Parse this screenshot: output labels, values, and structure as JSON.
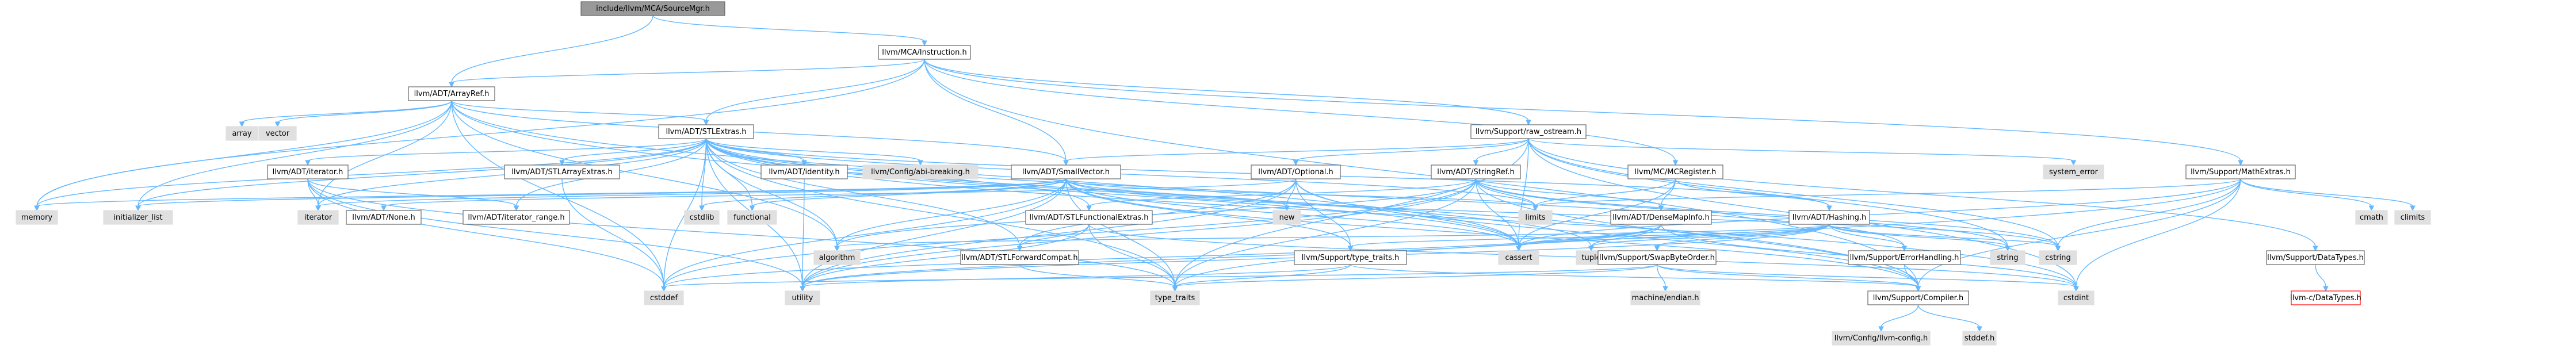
{
  "colors": {
    "root_fill": "#999999",
    "node_fill": "#ffffff",
    "system_fill": "#e0e0e0",
    "missing_stroke": "#ff0000",
    "edge": "#63b8ff",
    "node_stroke": "#666666"
  },
  "nodes": [
    {
      "id": "sourcemgr",
      "label": "include/llvm/MCA/SourceMgr.h",
      "kind": "root"
    },
    {
      "id": "instruction",
      "label": "llvm/MCA/Instruction.h",
      "kind": "header"
    },
    {
      "id": "arrayref",
      "label": "llvm/ADT/ArrayRef.h",
      "kind": "header"
    },
    {
      "id": "array",
      "label": "array",
      "kind": "system"
    },
    {
      "id": "vector",
      "label": "vector",
      "kind": "system"
    },
    {
      "id": "stlextras",
      "label": "llvm/ADT/STLExtras.h",
      "kind": "header"
    },
    {
      "id": "raw_ostream",
      "label": "llvm/Support/raw_ostream.h",
      "kind": "header"
    },
    {
      "id": "system_error",
      "label": "system_error",
      "kind": "system"
    },
    {
      "id": "mathextras",
      "label": "llvm/Support/MathExtras.h",
      "kind": "header"
    },
    {
      "id": "cmath",
      "label": "cmath",
      "kind": "system"
    },
    {
      "id": "climits",
      "label": "climits",
      "kind": "system"
    },
    {
      "id": "iteratorh",
      "label": "llvm/ADT/iterator.h",
      "kind": "header"
    },
    {
      "id": "stlarrayextras",
      "label": "llvm/ADT/STLArrayExtras.h",
      "kind": "header"
    },
    {
      "id": "identity",
      "label": "llvm/ADT/identity.h",
      "kind": "header"
    },
    {
      "id": "abibreaking",
      "label": "llvm/Config/abi-breaking.h",
      "kind": "system"
    },
    {
      "id": "smallvector",
      "label": "llvm/ADT/SmallVector.h",
      "kind": "header"
    },
    {
      "id": "optional",
      "label": "llvm/ADT/Optional.h",
      "kind": "header"
    },
    {
      "id": "stringref",
      "label": "llvm/ADT/StringRef.h",
      "kind": "header"
    },
    {
      "id": "mcregister",
      "label": "llvm/MC/MCRegister.h",
      "kind": "header"
    },
    {
      "id": "memory",
      "label": "memory",
      "kind": "system"
    },
    {
      "id": "initializer_list",
      "label": "initializer_list",
      "kind": "system"
    },
    {
      "id": "iterator",
      "label": "iterator",
      "kind": "system"
    },
    {
      "id": "none",
      "label": "llvm/ADT/None.h",
      "kind": "header"
    },
    {
      "id": "iterator_range",
      "label": "llvm/ADT/iterator_range.h",
      "kind": "header"
    },
    {
      "id": "cstdlib",
      "label": "cstdlib",
      "kind": "system"
    },
    {
      "id": "functional",
      "label": "functional",
      "kind": "system"
    },
    {
      "id": "new",
      "label": "new",
      "kind": "system"
    },
    {
      "id": "limits",
      "label": "limits",
      "kind": "system"
    },
    {
      "id": "stlfunctionalextras",
      "label": "llvm/ADT/STLFunctionalExtras.h",
      "kind": "header"
    },
    {
      "id": "densemapinfo",
      "label": "llvm/ADT/DenseMapInfo.h",
      "kind": "header"
    },
    {
      "id": "hashing",
      "label": "llvm/ADT/Hashing.h",
      "kind": "header"
    },
    {
      "id": "algorithm",
      "label": "algorithm",
      "kind": "system"
    },
    {
      "id": "stlforwardcompat",
      "label": "llvm/ADT/STLForwardCompat.h",
      "kind": "header"
    },
    {
      "id": "type_traits_h",
      "label": "llvm/Support/type_traits.h",
      "kind": "header"
    },
    {
      "id": "cassert",
      "label": "cassert",
      "kind": "system"
    },
    {
      "id": "tuple",
      "label": "tuple",
      "kind": "system"
    },
    {
      "id": "swapbyteorder",
      "label": "llvm/Support/SwapByteOrder.h",
      "kind": "header"
    },
    {
      "id": "errorhandling",
      "label": "llvm/Support/ErrorHandling.h",
      "kind": "header"
    },
    {
      "id": "string",
      "label": "string",
      "kind": "system"
    },
    {
      "id": "cstring",
      "label": "cstring",
      "kind": "system"
    },
    {
      "id": "datatypes",
      "label": "llvm/Support/DataTypes.h",
      "kind": "header"
    },
    {
      "id": "cdatatypes",
      "label": "llvm-c/DataTypes.h",
      "kind": "missing"
    },
    {
      "id": "cstddef",
      "label": "cstddef",
      "kind": "system"
    },
    {
      "id": "utility",
      "label": "utility",
      "kind": "system"
    },
    {
      "id": "type_traits",
      "label": "type_traits",
      "kind": "system"
    },
    {
      "id": "endian",
      "label": "machine/endian.h",
      "kind": "system"
    },
    {
      "id": "compiler",
      "label": "llvm/Support/Compiler.h",
      "kind": "header"
    },
    {
      "id": "cstdint",
      "label": "cstdint",
      "kind": "system"
    },
    {
      "id": "llvmconfig",
      "label": "llvm/Config/llvm-config.h",
      "kind": "system"
    },
    {
      "id": "stddef",
      "label": "stddef.h",
      "kind": "system"
    }
  ],
  "edges": [
    [
      "sourcemgr",
      "instruction"
    ],
    [
      "sourcemgr",
      "arrayref"
    ],
    [
      "instruction",
      "arrayref"
    ],
    [
      "instruction",
      "stlextras"
    ],
    [
      "instruction",
      "smallvector"
    ],
    [
      "instruction",
      "raw_ostream"
    ],
    [
      "instruction",
      "mcregister"
    ],
    [
      "instruction",
      "mathextras"
    ],
    [
      "instruction",
      "compiler"
    ],
    [
      "instruction",
      "memory"
    ],
    [
      "arrayref",
      "array"
    ],
    [
      "arrayref",
      "vector"
    ],
    [
      "arrayref",
      "stlextras"
    ],
    [
      "arrayref",
      "smallvector"
    ],
    [
      "arrayref",
      "compiler"
    ],
    [
      "arrayref",
      "memory"
    ],
    [
      "arrayref",
      "initializer_list"
    ],
    [
      "arrayref",
      "iterator"
    ],
    [
      "arrayref",
      "cstddef"
    ],
    [
      "arrayref",
      "algorithm"
    ],
    [
      "arrayref",
      "cassert"
    ],
    [
      "stlextras",
      "iteratorh"
    ],
    [
      "stlextras",
      "stlarrayextras"
    ],
    [
      "stlextras",
      "identity"
    ],
    [
      "stlextras",
      "abibreaking"
    ],
    [
      "stlextras",
      "stlforwardcompat"
    ],
    [
      "stlextras",
      "stlfunctionalextras"
    ],
    [
      "stlextras",
      "iterator_range"
    ],
    [
      "stlextras",
      "hashing"
    ],
    [
      "stlextras",
      "errorhandling"
    ],
    [
      "stlextras",
      "memory"
    ],
    [
      "stlextras",
      "initializer_list"
    ],
    [
      "stlextras",
      "iterator"
    ],
    [
      "stlextras",
      "cstdlib"
    ],
    [
      "stlextras",
      "functional"
    ],
    [
      "stlextras",
      "limits"
    ],
    [
      "stlextras",
      "tuple"
    ],
    [
      "stlextras",
      "utility"
    ],
    [
      "stlextras",
      "type_traits"
    ],
    [
      "stlextras",
      "algorithm"
    ],
    [
      "stlextras",
      "cassert"
    ],
    [
      "stlextras",
      "cstddef"
    ],
    [
      "stlextras",
      "cstdint"
    ],
    [
      "raw_ostream",
      "smallvector"
    ],
    [
      "raw_ostream",
      "stringref"
    ],
    [
      "raw_ostream",
      "datatypes"
    ],
    [
      "raw_ostream",
      "system_error"
    ],
    [
      "raw_ostream",
      "string"
    ],
    [
      "raw_ostream",
      "cstring"
    ],
    [
      "raw_ostream",
      "cstdint"
    ],
    [
      "raw_ostream",
      "cassert"
    ],
    [
      "raw_ostream",
      "type_traits"
    ],
    [
      "raw_ostream",
      "optional"
    ],
    [
      "mathextras",
      "compiler"
    ],
    [
      "mathextras",
      "cmath"
    ],
    [
      "mathextras",
      "climits"
    ],
    [
      "mathextras",
      "cstdint"
    ],
    [
      "mathextras",
      "cstring"
    ],
    [
      "mathextras",
      "limits"
    ],
    [
      "mathextras",
      "cassert"
    ],
    [
      "mathextras",
      "type_traits"
    ],
    [
      "iteratorh",
      "iterator_range"
    ],
    [
      "iteratorh",
      "iterator"
    ],
    [
      "iteratorh",
      "cstddef"
    ],
    [
      "iteratorh",
      "type_traits"
    ],
    [
      "iteratorh",
      "utility"
    ],
    [
      "stlarrayextras",
      "cstddef"
    ],
    [
      "identity",
      "utility"
    ],
    [
      "smallvector",
      "compiler"
    ],
    [
      "smallvector",
      "type_traits_h"
    ],
    [
      "smallvector",
      "algorithm"
    ],
    [
      "smallvector",
      "cassert"
    ],
    [
      "smallvector",
      "cstddef"
    ],
    [
      "smallvector",
      "cstdlib"
    ],
    [
      "smallvector",
      "cstring"
    ],
    [
      "smallvector",
      "functional"
    ],
    [
      "smallvector",
      "initializer_list"
    ],
    [
      "smallvector",
      "iterator"
    ],
    [
      "smallvector",
      "limits"
    ],
    [
      "smallvector",
      "memory"
    ],
    [
      "smallvector",
      "new"
    ],
    [
      "smallvector",
      "type_traits"
    ],
    [
      "smallvector",
      "utility"
    ],
    [
      "optional",
      "none"
    ],
    [
      "optional",
      "stlforwardcompat"
    ],
    [
      "optional",
      "compiler"
    ],
    [
      "optional",
      "type_traits_h"
    ],
    [
      "optional",
      "cassert"
    ],
    [
      "optional",
      "new"
    ],
    [
      "optional",
      "utility"
    ],
    [
      "stringref",
      "stlfunctionalextras"
    ],
    [
      "stringref",
      "densemapinfo"
    ],
    [
      "stringref",
      "compiler"
    ],
    [
      "stringref",
      "algorithm"
    ],
    [
      "stringref",
      "cassert"
    ],
    [
      "stringref",
      "cstddef"
    ],
    [
      "stringref",
      "cstring"
    ],
    [
      "stringref",
      "limits"
    ],
    [
      "stringref",
      "string"
    ],
    [
      "stringref",
      "type_traits"
    ],
    [
      "stringref",
      "utility"
    ],
    [
      "mcregister",
      "densemapinfo"
    ],
    [
      "mcregister",
      "hashing"
    ],
    [
      "mcregister",
      "cassert"
    ],
    [
      "mcregister",
      "limits"
    ],
    [
      "stlfunctionalextras",
      "stlforwardcompat"
    ],
    [
      "stlfunctionalextras",
      "cstdint"
    ],
    [
      "stlfunctionalextras",
      "type_traits"
    ],
    [
      "stlfunctionalextras",
      "utility"
    ],
    [
      "densemapinfo",
      "cassert"
    ],
    [
      "densemapinfo",
      "cstddef"
    ],
    [
      "densemapinfo",
      "cstdint"
    ],
    [
      "densemapinfo",
      "tuple"
    ],
    [
      "densemapinfo",
      "utility"
    ],
    [
      "hashing",
      "errorhandling"
    ],
    [
      "hashing",
      "swapbyteorder"
    ],
    [
      "hashing",
      "type_traits_h"
    ],
    [
      "hashing",
      "algorithm"
    ],
    [
      "hashing",
      "cassert"
    ],
    [
      "hashing",
      "cstring"
    ],
    [
      "hashing",
      "string"
    ],
    [
      "hashing",
      "tuple"
    ],
    [
      "hashing",
      "utility"
    ],
    [
      "stlforwardcompat",
      "type_traits"
    ],
    [
      "type_traits_h",
      "compiler"
    ],
    [
      "type_traits_h",
      "type_traits"
    ],
    [
      "type_traits_h",
      "utility"
    ],
    [
      "swapbyteorder",
      "compiler"
    ],
    [
      "swapbyteorder",
      "cstddef"
    ],
    [
      "swapbyteorder",
      "cstdint"
    ],
    [
      "swapbyteorder",
      "type_traits"
    ],
    [
      "swapbyteorder",
      "endian"
    ],
    [
      "errorhandling",
      "compiler"
    ],
    [
      "datatypes",
      "cdatatypes"
    ],
    [
      "compiler",
      "llvmconfig"
    ],
    [
      "compiler",
      "stddef"
    ]
  ]
}
